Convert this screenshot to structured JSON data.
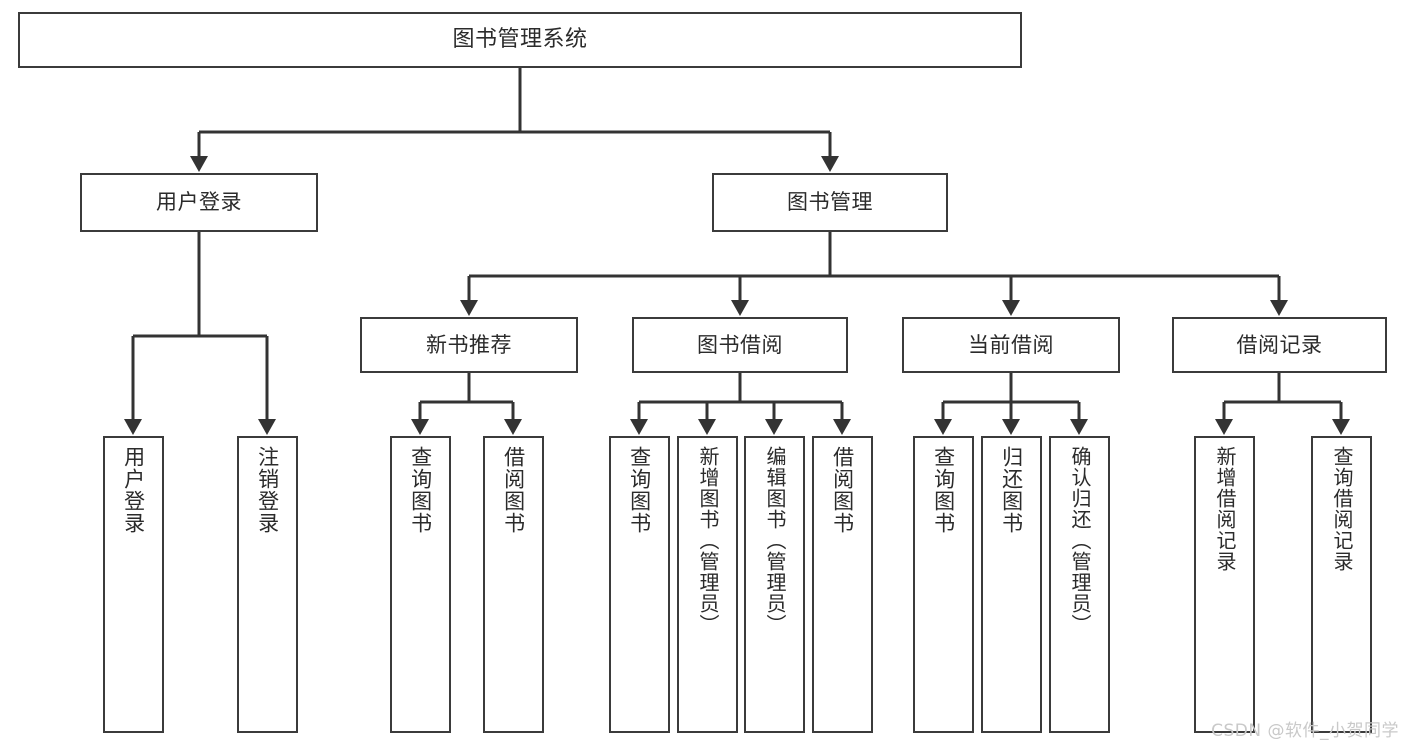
{
  "diagram": {
    "title": "图书管理系统",
    "type": "tree-hierarchy-function-structure",
    "root": {
      "label": "图书管理系统"
    },
    "level2": [
      {
        "label": "用户登录"
      },
      {
        "label": "图书管理"
      }
    ],
    "level3": [
      {
        "label": "新书推荐"
      },
      {
        "label": "图书借阅"
      },
      {
        "label": "当前借阅"
      },
      {
        "label": "借阅记录"
      }
    ],
    "leaves": {
      "user_login": [
        {
          "label": "用户登录"
        },
        {
          "label": "注销登录"
        }
      ],
      "new_book_recommend": [
        {
          "label": "查询图书"
        },
        {
          "label": "借阅图书"
        }
      ],
      "book_borrow": [
        {
          "label": "查询图书"
        },
        {
          "label": "新增图书（管理员）"
        },
        {
          "label": "编辑图书（管理员）"
        },
        {
          "label": "借阅图书"
        }
      ],
      "current_borrow": [
        {
          "label": "查询图书"
        },
        {
          "label": "归还图书"
        },
        {
          "label": "确认归还（管理员）"
        }
      ],
      "borrow_record": [
        {
          "label": "新增借阅记录"
        },
        {
          "label": "查询借阅记录"
        }
      ]
    },
    "watermark": "CSDN @软件_小贺同学",
    "colors": {
      "border": "#3b3b3b",
      "text": "#2b2b2b",
      "background": "#ffffff",
      "connector": "#333333",
      "watermark": "#c9c9c9"
    }
  }
}
